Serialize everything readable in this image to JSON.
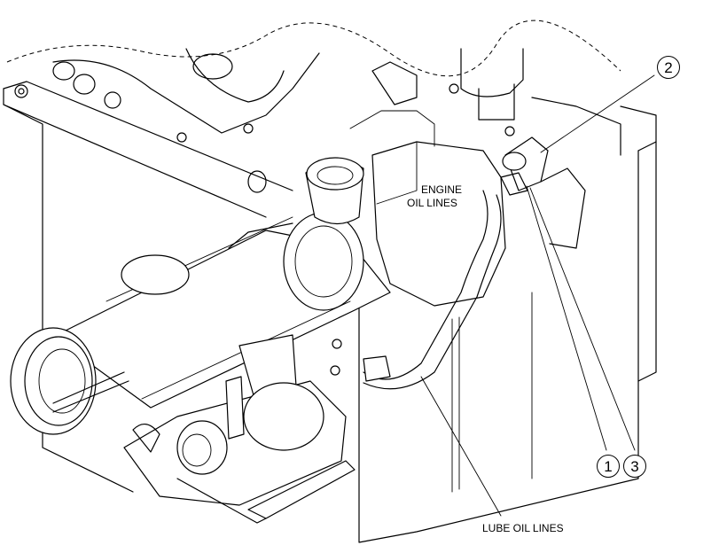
{
  "labels": {
    "engine_oil_line1": "ENGINE",
    "engine_oil_line2": "OIL LINES",
    "lube_oil_lines": "LUBE OIL LINES"
  },
  "callouts": {
    "c1": "1",
    "c2": "2",
    "c3": "3"
  }
}
